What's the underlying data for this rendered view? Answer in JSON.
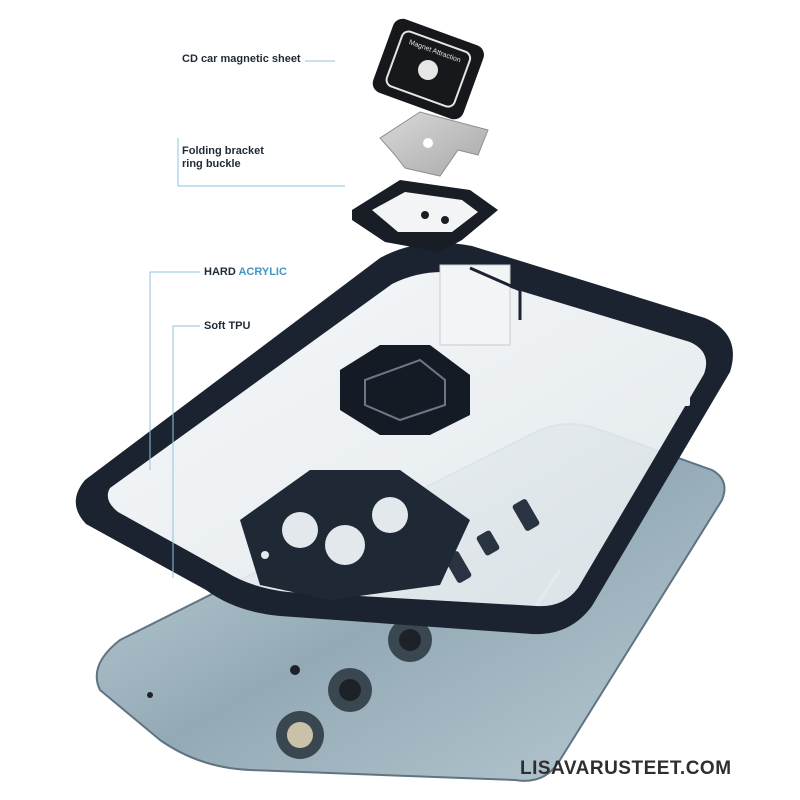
{
  "labels": {
    "cd_magnetic_sheet": "CD car magnetic sheet",
    "folding_bracket_line1": "Folding bracket",
    "folding_bracket_line2": "ring buckle",
    "hard_prefix": "HARD",
    "hard_suffix": "ACRYLIC",
    "soft_tpu": "Soft TPU"
  },
  "magnet_plate_text": "Magnet Attraction",
  "watermark": "LISAVARUSTEET.COM",
  "colors": {
    "leader_line": "#8cc4e2",
    "accent_text": "#3f97c9",
    "case_frame": "#1c2330",
    "phone_body": "#a9bfc9",
    "acrylic_back": "#e9eef1"
  }
}
